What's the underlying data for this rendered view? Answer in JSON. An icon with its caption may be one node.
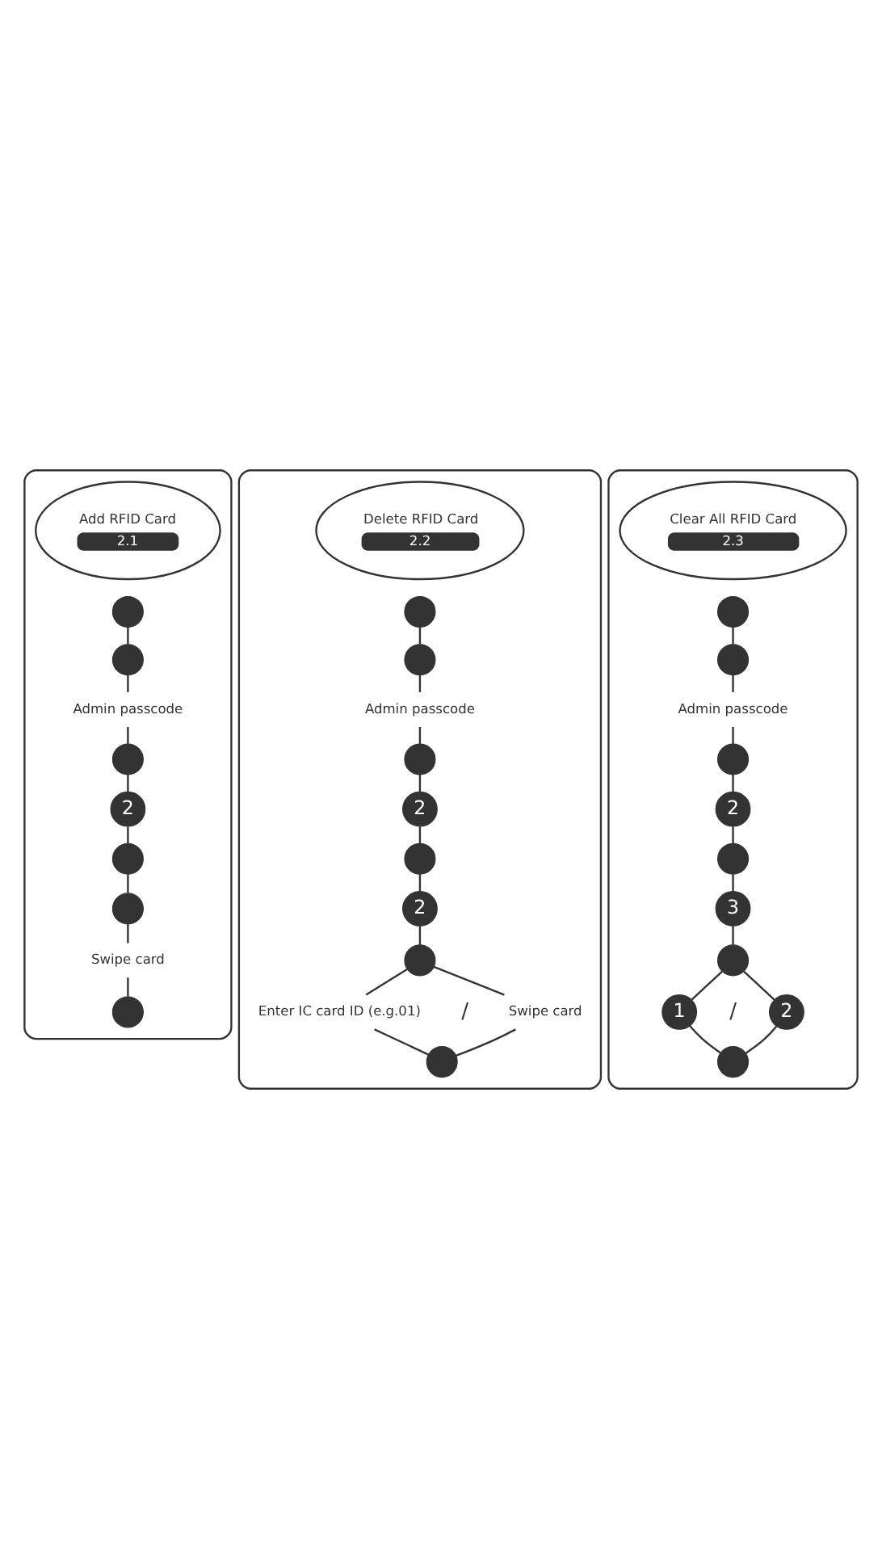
{
  "diagram": {
    "nodes": [
      {
        "text": [],
        "shape": "box"
      },
      {
        "text": [
          "Add RFID Card",
          "2.1"
        ],
        "in": 0
      },
      {
        "text": [],
        "shape": "circle",
        "in": 0
      },
      {
        "text": [],
        "shape": "circle",
        "in": 0
      },
      {
        "text": [
          "Admin passcode"
        ],
        "in": 0
      },
      {
        "text": [],
        "shape": "circle",
        "in": 0
      },
      {
        "text": [
          "2"
        ],
        "in": 0
      },
      {
        "text": [],
        "shape": "circle",
        "in": 0
      },
      {
        "text": [],
        "shape": "circle",
        "in": 0
      },
      {
        "text": [
          "Swipe card"
        ],
        "in": 0
      },
      {
        "text": [],
        "shape": "circle",
        "in": 0
      },
      {
        "text": [],
        "shape": "box"
      },
      {
        "text": [
          "Delete RFID Card",
          "2.2"
        ],
        "in": 11
      },
      {
        "text": [],
        "shape": "circle",
        "in": 11
      },
      {
        "text": [],
        "shape": "circle",
        "in": 11
      },
      {
        "text": [
          "Admin passcode"
        ],
        "in": 11
      },
      {
        "text": [],
        "shape": "circle",
        "in": 11
      },
      {
        "text": [
          "2"
        ],
        "in": 11
      },
      {
        "text": [],
        "shape": "circle",
        "in": 11
      },
      {
        "text": [
          "2"
        ],
        "in": 11
      },
      {
        "text": [],
        "shape": "circle",
        "in": 11
      },
      {
        "text": [
          "Enter IC card ID (e.g.01)"
        ],
        "in": 11
      },
      {
        "text": [
          "Swipe card"
        ],
        "in": 11
      },
      {
        "text": [],
        "shape": "circle",
        "in": 11
      },
      {
        "text": [],
        "shape": "box"
      },
      {
        "text": [
          "Clear All RFID Card",
          "2.3"
        ],
        "in": 24
      },
      {
        "text": [],
        "shape": "circle",
        "in": 24
      },
      {
        "text": [],
        "shape": "circle",
        "in": 24
      },
      {
        "text": [
          "Admin passcode"
        ],
        "in": 24
      },
      {
        "text": [],
        "shape": "circle",
        "in": 24
      },
      {
        "text": [
          "2"
        ],
        "in": 24
      },
      {
        "text": [],
        "shape": "circle",
        "in": 24
      },
      {
        "text": [
          "3"
        ],
        "in": 24
      },
      {
        "text": [],
        "shape": "circle",
        "in": 24
      },
      {
        "text": [
          "1"
        ],
        "in": 24
      },
      {
        "text": [
          "2"
        ],
        "in": 24
      },
      {
        "text": [],
        "shape": "circle",
        "in": 24
      }
    ],
    "edges": [
      {
        "from": 2,
        "to": 3,
        "arrow": "none"
      },
      {
        "from": 3,
        "to": 4,
        "arrow": "none"
      },
      {
        "from": 4,
        "to": 5,
        "arrow": "none"
      },
      {
        "from": 5,
        "to": 6,
        "arrow": "none"
      },
      {
        "from": 6,
        "to": 7,
        "arrow": "none"
      },
      {
        "from": 7,
        "to": 8,
        "arrow": "none"
      },
      {
        "from": 8,
        "to": 9,
        "arrow": "none"
      },
      {
        "from": 9,
        "to": 10,
        "arrow": "none"
      },
      {
        "from": 13,
        "to": 14,
        "arrow": "none"
      },
      {
        "from": 14,
        "to": 15,
        "arrow": "none"
      },
      {
        "from": 15,
        "to": 16,
        "arrow": "none"
      },
      {
        "from": 16,
        "to": 17,
        "arrow": "none"
      },
      {
        "from": 17,
        "to": 18,
        "arrow": "none"
      },
      {
        "from": 18,
        "to": 19,
        "arrow": "none"
      },
      {
        "from": 19,
        "to": 20,
        "arrow": "none"
      },
      {
        "from": 20,
        "to": 21,
        "arrow": "none"
      },
      {
        "from": 20,
        "to": 22,
        "arrow": "none"
      },
      {
        "from": 21,
        "to": 23,
        "arrow": "none"
      },
      {
        "from": 22,
        "to": 23,
        "arrow": "none"
      },
      {
        "from": 26,
        "to": 27,
        "arrow": "none"
      },
      {
        "from": 27,
        "to": 28,
        "arrow": "none"
      },
      {
        "from": 28,
        "to": 29,
        "arrow": "none"
      },
      {
        "from": 29,
        "to": 30,
        "arrow": "none"
      },
      {
        "from": 30,
        "to": 31,
        "arrow": "none"
      },
      {
        "from": 31,
        "to": 32,
        "arrow": "none"
      },
      {
        "from": 32,
        "to": 33,
        "arrow": "none"
      },
      {
        "from": 33,
        "to": 34,
        "arrow": "none"
      },
      {
        "from": 33,
        "to": 35,
        "arrow": "none"
      },
      {
        "from": 34,
        "to": 36,
        "arrow": "none"
      },
      {
        "from": 35,
        "to": 36,
        "arrow": "none"
      }
    ],
    "labels": [
      "/",
      "/"
    ]
  }
}
